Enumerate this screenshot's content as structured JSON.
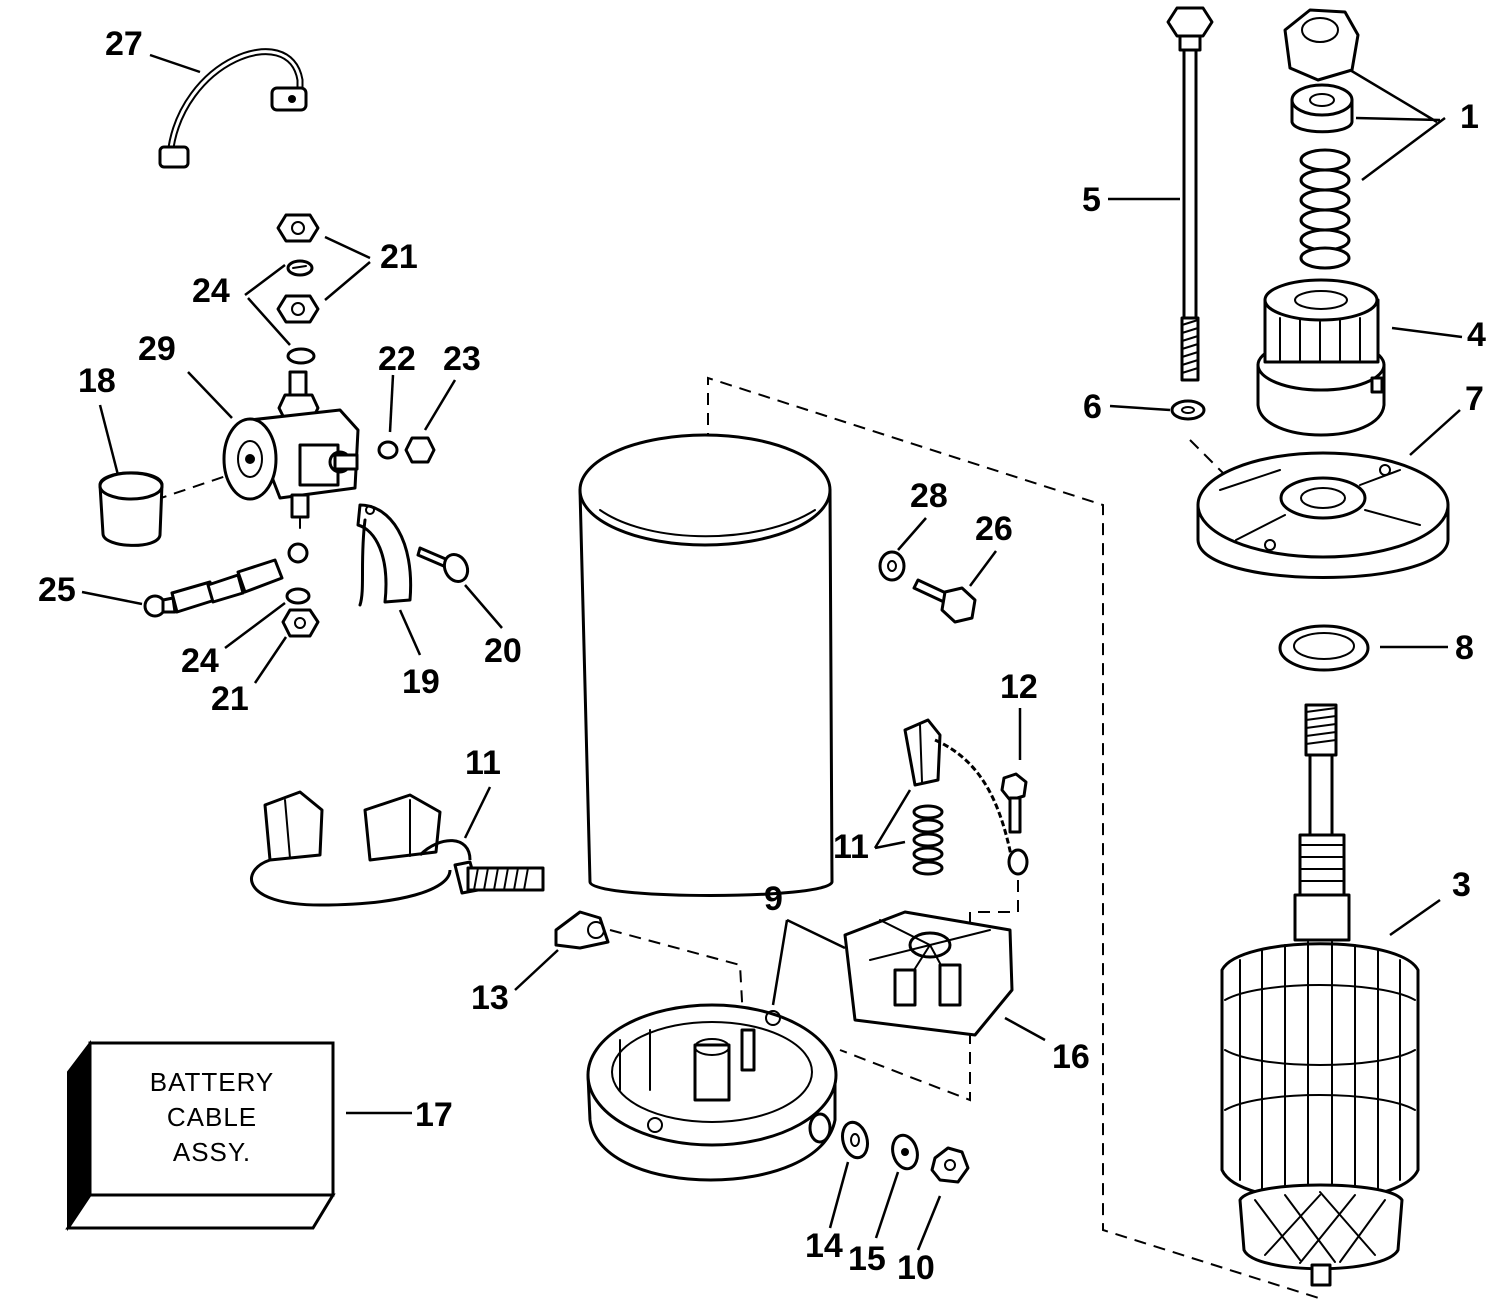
{
  "callouts": [
    {
      "id": "c27",
      "label": "27"
    },
    {
      "id": "c21a",
      "label": "21"
    },
    {
      "id": "c24a",
      "label": "24"
    },
    {
      "id": "c29",
      "label": "29"
    },
    {
      "id": "c18",
      "label": "18"
    },
    {
      "id": "c22",
      "label": "22"
    },
    {
      "id": "c23",
      "label": "23"
    },
    {
      "id": "c25",
      "label": "25"
    },
    {
      "id": "c24b",
      "label": "24"
    },
    {
      "id": "c21b",
      "label": "21"
    },
    {
      "id": "c19",
      "label": "19"
    },
    {
      "id": "c20",
      "label": "20"
    },
    {
      "id": "c28",
      "label": "28"
    },
    {
      "id": "c26",
      "label": "26"
    },
    {
      "id": "c5",
      "label": "5"
    },
    {
      "id": "c1",
      "label": "1"
    },
    {
      "id": "c4",
      "label": "4"
    },
    {
      "id": "c6",
      "label": "6"
    },
    {
      "id": "c7",
      "label": "7"
    },
    {
      "id": "c8",
      "label": "8"
    },
    {
      "id": "c12",
      "label": "12"
    },
    {
      "id": "c11a",
      "label": "11"
    },
    {
      "id": "c11b",
      "label": "11"
    },
    {
      "id": "c9",
      "label": "9"
    },
    {
      "id": "c3",
      "label": "3"
    },
    {
      "id": "c13",
      "label": "13"
    },
    {
      "id": "c16",
      "label": "16"
    },
    {
      "id": "c17",
      "label": "17"
    },
    {
      "id": "c14",
      "label": "14"
    },
    {
      "id": "c15",
      "label": "15"
    },
    {
      "id": "c10",
      "label": "10"
    }
  ],
  "battery_box": {
    "lines": [
      "BATTERY",
      "CABLE",
      "ASSY."
    ]
  }
}
